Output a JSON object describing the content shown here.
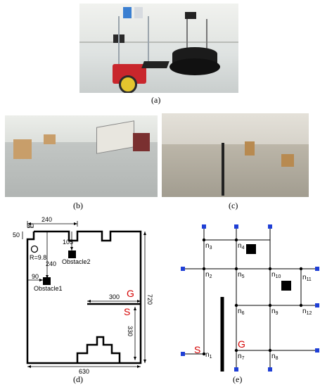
{
  "captions": {
    "a": "(a)",
    "b": "(b)",
    "c": "(c)",
    "d": "(d)",
    "e": "(e)"
  },
  "panel_d": {
    "dims": {
      "top_width": "240",
      "corner_x": "30",
      "corner_y": "50",
      "obs2_drop": "105",
      "radius": "R=9.8",
      "obs1_drop": "240",
      "obs1_x": "90",
      "goal_arm": "300",
      "height": "720",
      "goal_to_bottom": "330",
      "width": "630"
    },
    "labels": {
      "obstacle1": "Obstacle1",
      "obstacle2": "Obstacle2",
      "goal": "G",
      "start": "S"
    },
    "colors": {
      "marker": "#d40000",
      "wall": "#000000"
    }
  },
  "panel_e": {
    "nodes": [
      "n1",
      "n2",
      "n3",
      "n4",
      "n5",
      "n6",
      "n7",
      "n8",
      "n9",
      "n10",
      "n11",
      "n12"
    ],
    "labels": {
      "start": "S",
      "goal": "G"
    },
    "colors": {
      "terminal": "#1f3fd6",
      "marker": "#d40000"
    }
  }
}
